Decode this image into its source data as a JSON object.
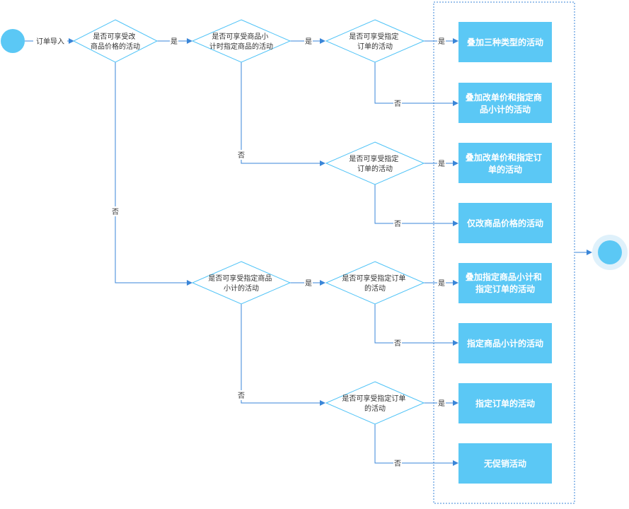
{
  "colors": {
    "accent": "#5bc8f5",
    "line": "#3a86d8",
    "diamond_stroke": "#4fc3f7",
    "end_halo": "#dff1fb"
  },
  "start": {
    "label": "订单导入"
  },
  "decisions": {
    "d1": [
      "是否可享受改",
      "商品价格的活动"
    ],
    "d2": [
      "是否可享受商品小",
      "计时指定商品的活动"
    ],
    "d3": [
      "是否可享受指定",
      "订单的活动"
    ],
    "d4": [
      "是否可享受指定",
      "订单的活动"
    ],
    "d5": [
      "是否可享受指定商品",
      "小计的活动"
    ],
    "d6": [
      "是否可享受指定订单",
      "的活动"
    ],
    "d7": [
      "是否可享受指定订单",
      "的活动"
    ]
  },
  "results": {
    "r1": [
      "叠加三种类型的活动"
    ],
    "r2": [
      "叠加改单价和指定商",
      "品小计的活动"
    ],
    "r3": [
      "叠加改单价和指定订",
      "单的活动"
    ],
    "r4": [
      "仅改商品价格的活动"
    ],
    "r5": [
      "叠加指定商品小计和",
      "指定订单的活动"
    ],
    "r6": [
      "指定商品小计的活动"
    ],
    "r7": [
      "指定订单的活动"
    ],
    "r8": [
      "无促销活动"
    ]
  },
  "labels": {
    "yes": "是",
    "no": "否"
  }
}
